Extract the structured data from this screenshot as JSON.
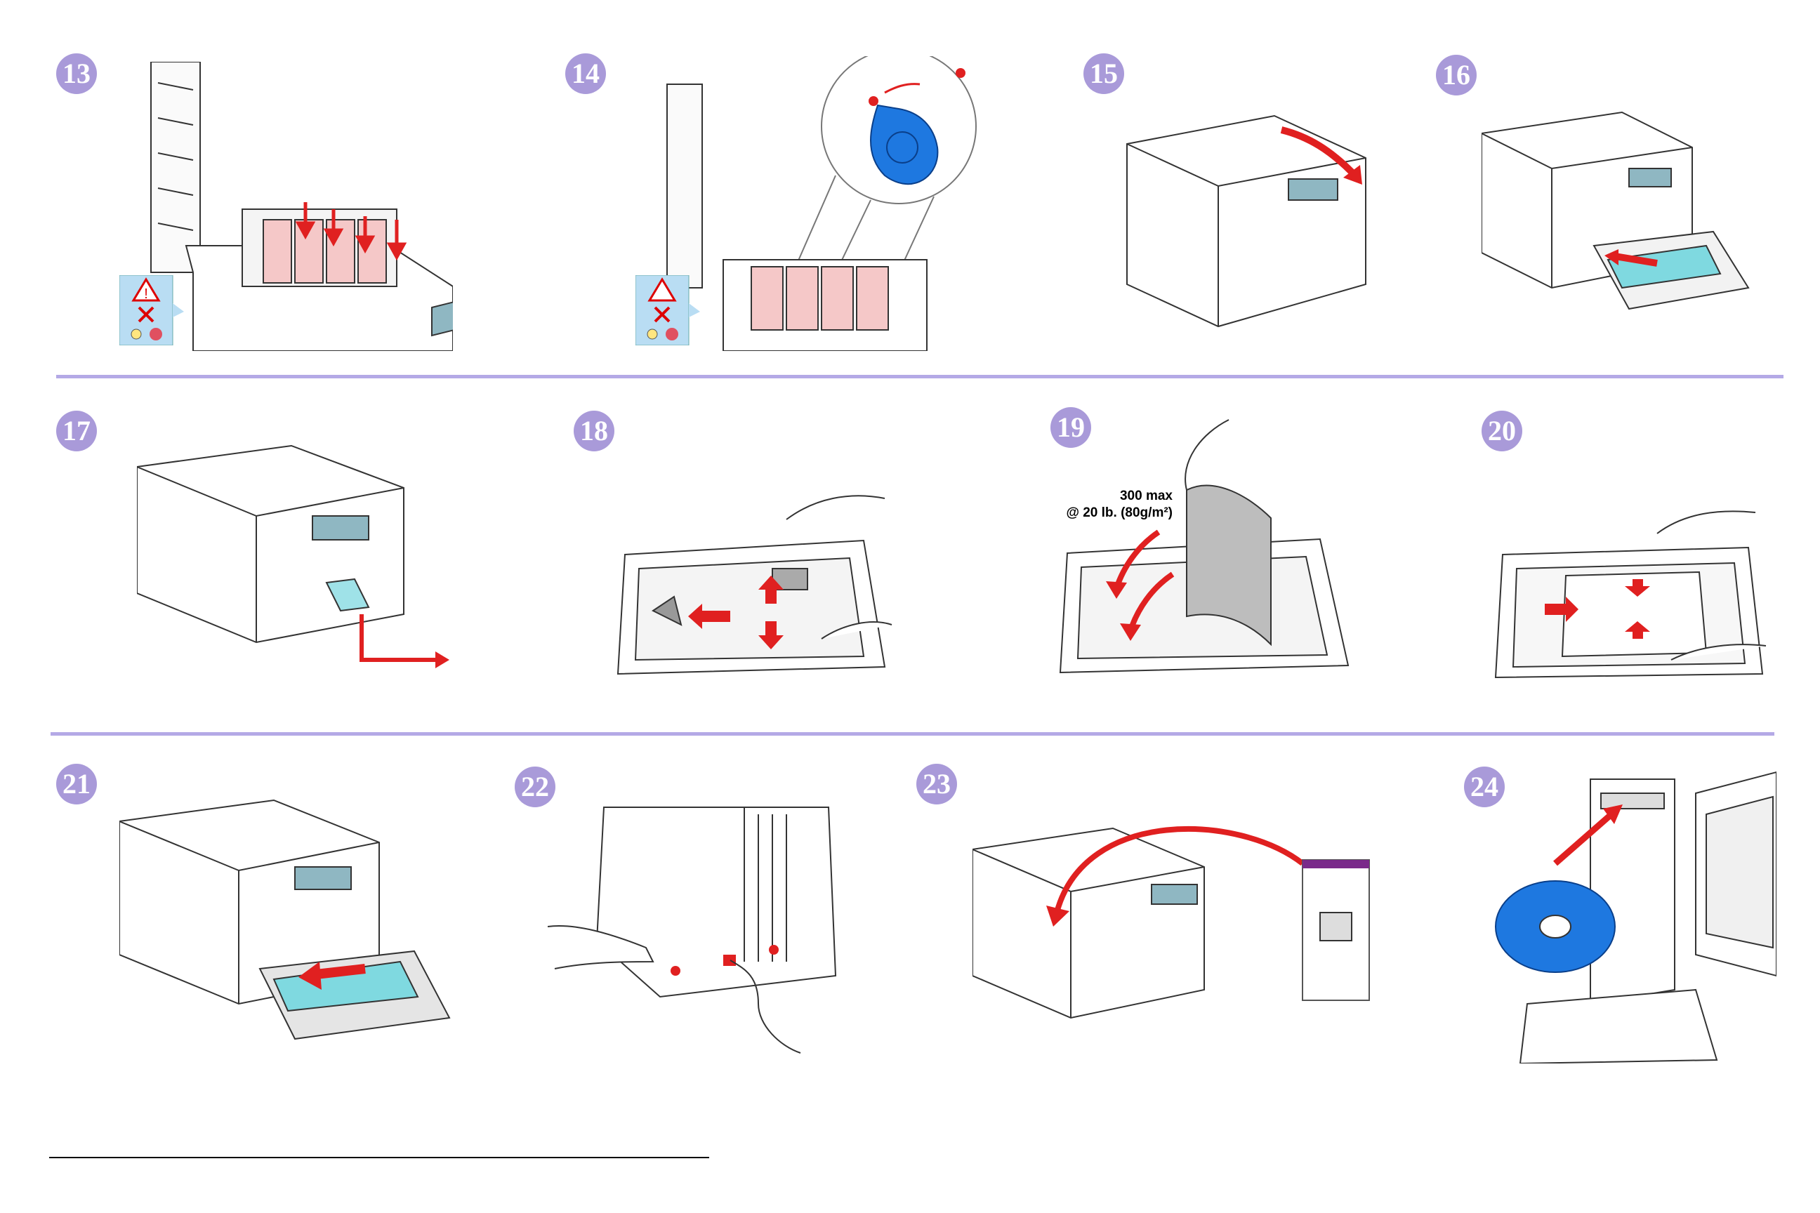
{
  "steps": [
    {
      "number": "13"
    },
    {
      "number": "14"
    },
    {
      "number": "15"
    },
    {
      "number": "16"
    },
    {
      "number": "17"
    },
    {
      "number": "18"
    },
    {
      "number": "19"
    },
    {
      "number": "20"
    },
    {
      "number": "21"
    },
    {
      "number": "22"
    },
    {
      "number": "23"
    },
    {
      "number": "24"
    }
  ],
  "step19": {
    "capacity_line1": "300 max",
    "capacity_line2": "@ 20 lb. (80g/m²)"
  },
  "colors": {
    "badge": "#a99ad9",
    "divider": "#b4a9e6",
    "arrow": "#e02020",
    "highlight": "#7fd9e0",
    "cd": "#1e78e0"
  },
  "icons": [
    "warning-icon",
    "no-touch-icon",
    "light-bulb-icon",
    "drum-icon",
    "cd-rom-icon"
  ]
}
